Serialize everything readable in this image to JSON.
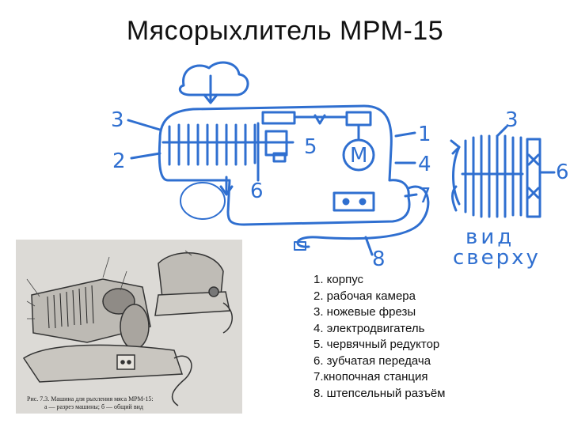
{
  "title": "Мясорыхлитель МРМ-15",
  "sketch": {
    "motor_symbol": "М",
    "numbers": [
      "1",
      "2",
      "3",
      "4",
      "5",
      "6",
      "7",
      "8"
    ],
    "top_view_label_line1": "вид",
    "top_view_label_line2": "сверху"
  },
  "photo": {
    "caption_line1": "Рис. 7.3. Машина для рыхления мяса МРМ-15:",
    "caption_line2": "а — разрез машины; б — общий вид"
  },
  "legend": [
    "1. корпус",
    "2. рабочая камера",
    "3. ножевые фрезы",
    "4. электродвигатель",
    "5. червячный редуктор",
    "6. зубчатая передача",
    "7.кнопочная станция",
    "8. штепсельный разъём"
  ],
  "colors": {
    "sketch_ink": "#2f6fd0",
    "text": "#111111",
    "photo_bg": "#dcdad6"
  }
}
